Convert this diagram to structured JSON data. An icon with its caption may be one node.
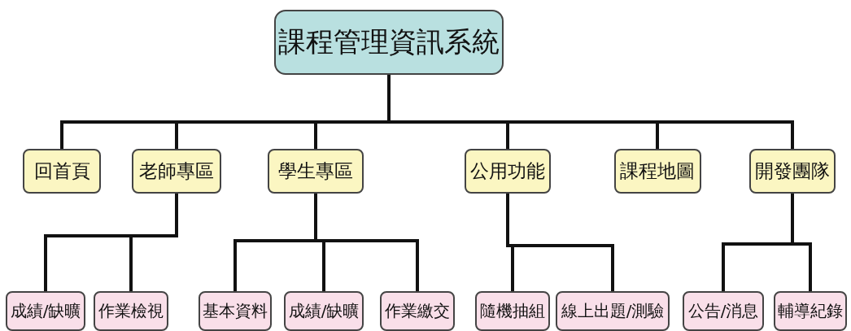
{
  "diagram": {
    "nodes": [
      {
        "text": [
          "課程管理資訊系統"
        ]
      },
      {
        "text": [
          "回首頁"
        ]
      },
      {
        "text": [
          "老師專區"
        ]
      },
      {
        "text": [
          "學生專區"
        ]
      },
      {
        "text": [
          "公用功能"
        ]
      },
      {
        "text": [
          "課程地圖"
        ]
      },
      {
        "text": [
          "開發團隊"
        ]
      },
      {
        "text": [
          "成績/缺曠"
        ]
      },
      {
        "text": [
          "作業檢視"
        ]
      },
      {
        "text": [
          "基本資料"
        ]
      },
      {
        "text": [
          "成績/缺曠"
        ]
      },
      {
        "text": [
          "作業繳交"
        ]
      },
      {
        "text": [
          "隨機抽組"
        ]
      },
      {
        "text": [
          "線上出題/測驗"
        ]
      },
      {
        "text": [
          "公告/消息"
        ]
      },
      {
        "text": [
          "輔導紀錄"
        ]
      }
    ],
    "edges": [
      {
        "from": 0,
        "to": 1,
        "arrow": "none"
      },
      {
        "from": 0,
        "to": 2,
        "arrow": "none"
      },
      {
        "from": 0,
        "to": 3,
        "arrow": "none"
      },
      {
        "from": 0,
        "to": 4,
        "arrow": "none"
      },
      {
        "from": 0,
        "to": 5,
        "arrow": "none"
      },
      {
        "from": 0,
        "to": 6,
        "arrow": "none"
      },
      {
        "from": 2,
        "to": 7,
        "arrow": "none"
      },
      {
        "from": 2,
        "to": 8,
        "arrow": "none"
      },
      {
        "from": 3,
        "to": 9,
        "arrow": "none"
      },
      {
        "from": 3,
        "to": 10,
        "arrow": "none"
      },
      {
        "from": 3,
        "to": 11,
        "arrow": "none"
      },
      {
        "from": 4,
        "to": 12,
        "arrow": "none"
      },
      {
        "from": 4,
        "to": 13,
        "arrow": "none"
      },
      {
        "from": 6,
        "to": 14,
        "arrow": "none"
      },
      {
        "from": 6,
        "to": 15,
        "arrow": "none"
      }
    ]
  }
}
